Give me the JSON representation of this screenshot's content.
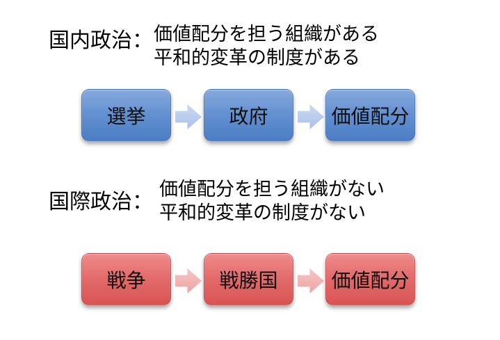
{
  "canvas": {
    "background": "#ffffff",
    "text_color": "#000000"
  },
  "colors": {
    "blue_box_top": "#87a9dd",
    "blue_box_bottom": "#4b7ec4",
    "blue_arrow": "#b9cbeb",
    "red_box_top": "#ef8d8d",
    "red_box_bottom": "#d85454",
    "red_arrow": "#f2b5b5"
  },
  "sections": [
    {
      "id": "domestic-politics",
      "label": "国内政治：",
      "desc_lines": [
        "価値配分を担う組織がある",
        "平和的変革の制度がある"
      ],
      "boxes": [
        "選挙",
        "政府",
        "価値配分"
      ],
      "accent": "#4b7ec4"
    },
    {
      "id": "international-politics",
      "label": "国際政治：",
      "desc_lines": [
        "価値配分を担う組織がない",
        "平和的変革の制度がない"
      ],
      "boxes": [
        "戦争",
        "戦勝国",
        "価値配分"
      ],
      "accent": "#d85454"
    }
  ]
}
